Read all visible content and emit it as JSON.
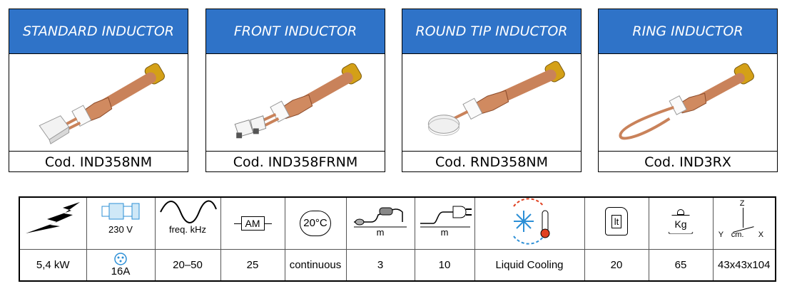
{
  "products": [
    {
      "title": "STANDARD INDUCTOR",
      "code": "Cod. IND358NM"
    },
    {
      "title": "FRONT INDUCTOR",
      "code": "Cod. IND358FRNM"
    },
    {
      "title": "ROUND TIP INDUCTOR",
      "code": "Cod. RND358NM"
    },
    {
      "title": "RING INDUCTOR",
      "code": "Cod. IND3RX"
    }
  ],
  "spec": {
    "icon_labels": {
      "voltage": "230 V",
      "frequency": "freq. kHz",
      "current": "AM",
      "temperature": "20°C",
      "cable_length_1": "m",
      "cable_length_2": "m",
      "container": "lt",
      "weight": "Kg",
      "dims_unit": "cm.",
      "axis_z": "Z",
      "axis_y": "Y",
      "axis_x": "X"
    },
    "values": {
      "power": "5,4 kW",
      "fuse": "16A",
      "frequency": "20–50",
      "current": "25",
      "duty": "continuous",
      "cable_1": "3",
      "cable_2": "10",
      "cooling": "Liquid Cooling",
      "liters": "20",
      "weight": "65",
      "dimensions": "43x43x104"
    }
  },
  "colors": {
    "header_blue": "#2f73c8",
    "copper": "#c9825a",
    "brass": "#d4a017",
    "ceramic": "#f2f2f2",
    "cooling_red": "#e04020",
    "cooling_blue": "#2c8fd6"
  }
}
